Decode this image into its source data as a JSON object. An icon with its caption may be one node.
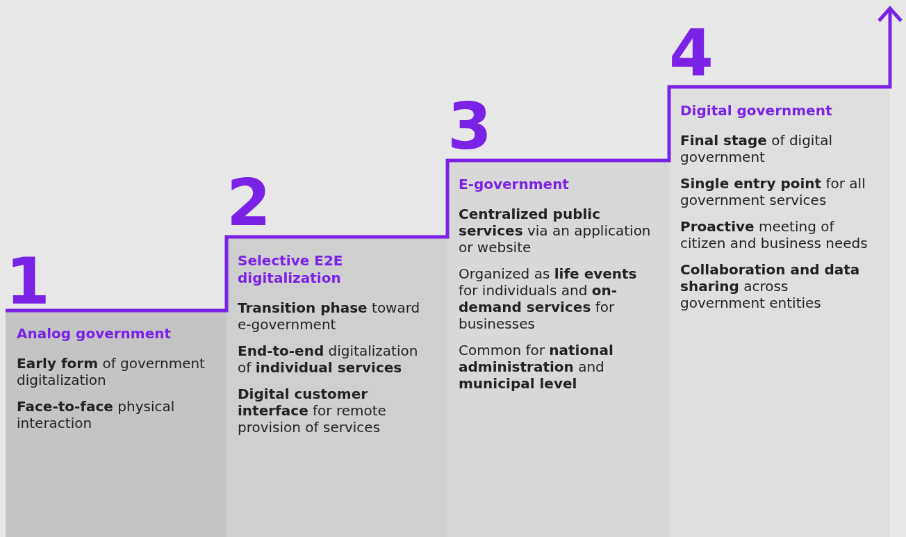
{
  "diagram": {
    "nodes": [
      {
        "text": [
          "1",
          "Analog government",
          "**Early form** of government digitalization",
          "**Face-to-face** physical interaction"
        ]
      },
      {
        "text": [
          "2",
          "Selective E2E digitalization",
          "**Transition phase** toward e-government",
          "**End-to-end** digitalization of **individual services**",
          "**Digital customer interface** for remote provision of services"
        ]
      },
      {
        "text": [
          "3",
          "E-government",
          "**Centralized public services** via an application or website",
          "Organized as **life events** for individuals and **on-demand services** for businesses",
          "Common for **national administration** and **municipal level**"
        ]
      },
      {
        "text": [
          "4",
          "Digital government",
          "**Final stage** of digital government",
          "**Single entry point** for all government services",
          "**Proactive** meeting of citizen and business needs",
          "**Collaboration and data sharing** across government entities"
        ]
      }
    ],
    "edges": []
  }
}
